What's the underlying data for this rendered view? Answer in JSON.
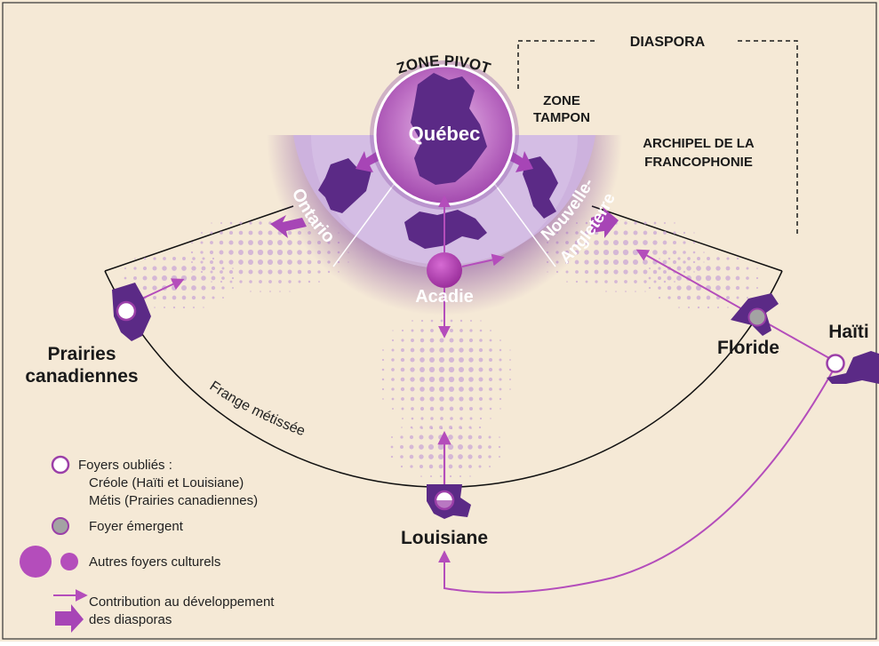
{
  "colors": {
    "background": "#f5e9d6",
    "purple_dark": "#5b2a86",
    "purple": "#9b3fa8",
    "magenta": "#b44dbb",
    "lavender": "#cdb2de",
    "lavender_light": "#e6d8ef",
    "emergent_grey": "#a3a3a3"
  },
  "labels": {
    "zone_pivot": "ZONE PIVOT",
    "quebec": "Québec",
    "zone_tampon_1": "ZONE",
    "zone_tampon_2": "TAMPON",
    "diaspora": "DIASPORA",
    "archipel_1": "ARCHIPEL DE LA",
    "archipel_2": "FRANCOPHONIE",
    "ontario": "Ontario",
    "acadie": "Acadie",
    "nouvelle_angleterre_1": "Nouvelle-",
    "nouvelle_angleterre_2": "Angleterre",
    "prairies_1": "Prairies",
    "prairies_2": "canadiennes",
    "floride": "Floride",
    "haiti": "Haïti",
    "louisiane": "Louisiane",
    "frange": "Frange métissée"
  },
  "legend": {
    "forgotten_1": "Foyers oubliés :",
    "forgotten_2": "Créole (Haïti et Louisiane)",
    "forgotten_3": "Métis (Prairies canadiennes)",
    "emergent": "Foyer émergent",
    "other": "Autres foyers culturels",
    "contribution_1": "Contribution au développement",
    "contribution_2": "des diasporas"
  },
  "icons": [
    "forgotten-hearth-icon",
    "emergent-hearth-icon",
    "cultural-hearth-icon",
    "contribution-arrow-icon",
    "diaspora-arrow-icon"
  ]
}
